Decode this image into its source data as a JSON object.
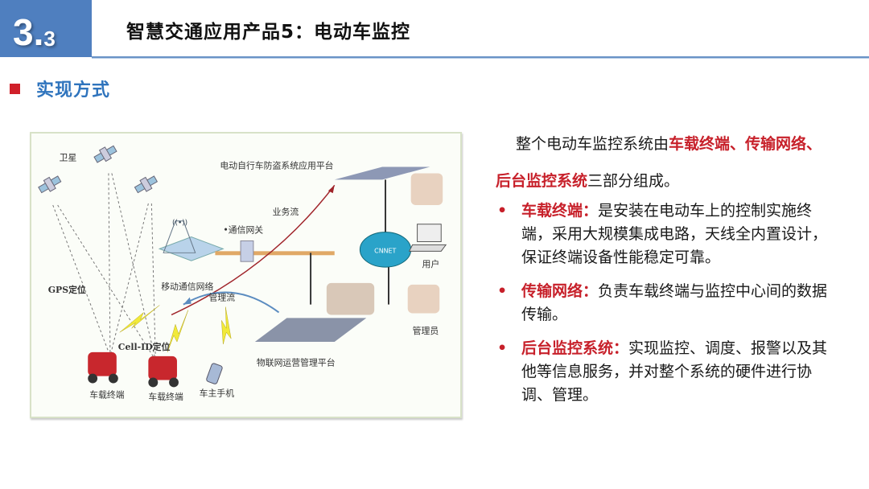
{
  "header": {
    "section_major": "3.",
    "section_minor": "3",
    "title": "智慧交通应用产品5：电动车监控"
  },
  "subheading": {
    "label": "实现方式"
  },
  "diagram": {
    "labels": {
      "satellite": "卫星",
      "gps": "GPS定位",
      "mobile_network": "移动通信网络",
      "gateway": "•通信网关",
      "business_flow": "业务流",
      "app_platform": "电动自行车防盗系统应用平台",
      "cnnet": "CNNET",
      "user": "用户",
      "admin": "管理员",
      "mgmt_flow": "管理流",
      "iot_platform": "物联网运营管理平台",
      "cell_id": "Cell-ID定位",
      "terminal_1": "车载终端",
      "terminal_2": "车载终端",
      "owner_phone": "车主手机"
    }
  },
  "content": {
    "intro": {
      "prefix": "整个电动车监控系统由",
      "highlight": "车载终端、传输网络、后台监控系统",
      "suffix": "三部分组成。"
    },
    "bullets": [
      {
        "marker": "•",
        "term": "车载终端：",
        "text": "是安装在电动车上的控制实施终端，采用大规模集成电路，天线全内置设计，保证终端设备性能稳定可靠。"
      },
      {
        "marker": "•",
        "term": "传输网络：",
        "text": "负责车载终端与监控中心间的数据传输。"
      },
      {
        "marker": "•",
        "term": "后台监控系统：",
        "text": "实现监控、调度、报警以及其他等信息服务，并对整个系统的硬件进行协调、管理。"
      }
    ]
  },
  "colors": {
    "badge_bg": "#4f7fbf",
    "accent_red": "#c7202a",
    "heading_blue": "#2f74bd"
  }
}
